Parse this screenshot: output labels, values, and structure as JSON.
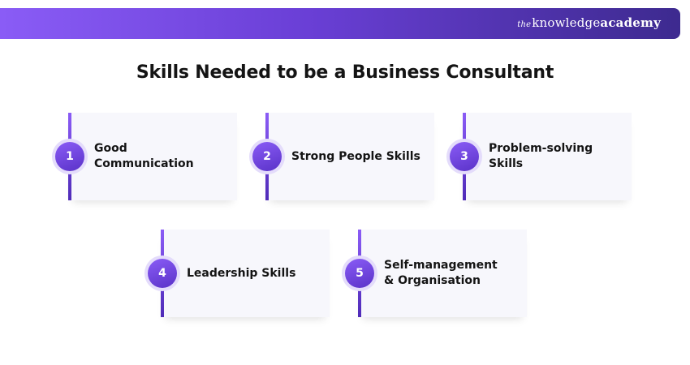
{
  "header": {
    "brand_the": "the",
    "brand_knowledge": "knowledge",
    "brand_academy": "academy"
  },
  "title": "Skills Needed to be a Business Consultant",
  "skills": [
    {
      "number": "1",
      "label": "Good Communication"
    },
    {
      "number": "2",
      "label": "Strong People Skills"
    },
    {
      "number": "3",
      "label": "Problem-solving Skills"
    },
    {
      "number": "4",
      "label": "Leadership Skills"
    },
    {
      "number": "5",
      "label": "Self-management & Organisation"
    }
  ],
  "colors": {
    "accent": "#7c4ded",
    "accent_dark": "#4f2bb8",
    "card_bg": "#f7f7fc",
    "text": "#141414"
  }
}
